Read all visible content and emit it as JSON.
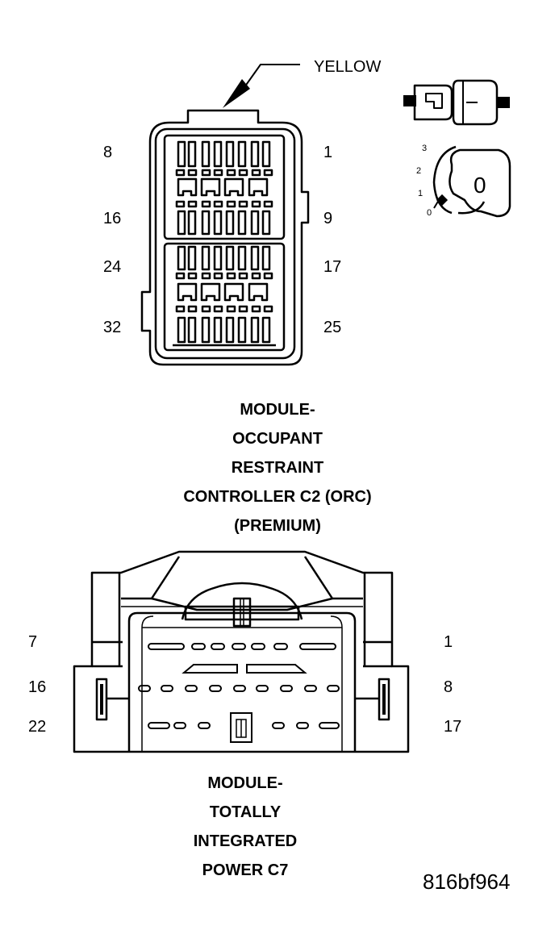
{
  "connector_top": {
    "wire_color": "YELLOW",
    "pin_labels": {
      "top_left": "8",
      "top_right": "1",
      "row2_left": "16",
      "row2_right": "9",
      "row3_left": "24",
      "row3_right": "17",
      "bottom_left": "32",
      "bottom_right": "25"
    },
    "title_lines": [
      "MODULE-",
      "OCCUPANT",
      "RESTRAINT",
      "CONTROLLER C2 (ORC)",
      "(PREMIUM)"
    ]
  },
  "position_scale": {
    "labels": [
      "3",
      "2",
      "1",
      "0"
    ],
    "key_glyph": "0"
  },
  "connector_bottom": {
    "pin_labels": {
      "row1_left": "7",
      "row1_right": "1",
      "row2_left": "16",
      "row2_right": "8",
      "row3_left": "22",
      "row3_right": "17"
    },
    "title_lines": [
      "MODULE-",
      "TOTALLY",
      "INTEGRATED",
      "POWER C7"
    ]
  },
  "figure_id": "816bf964"
}
